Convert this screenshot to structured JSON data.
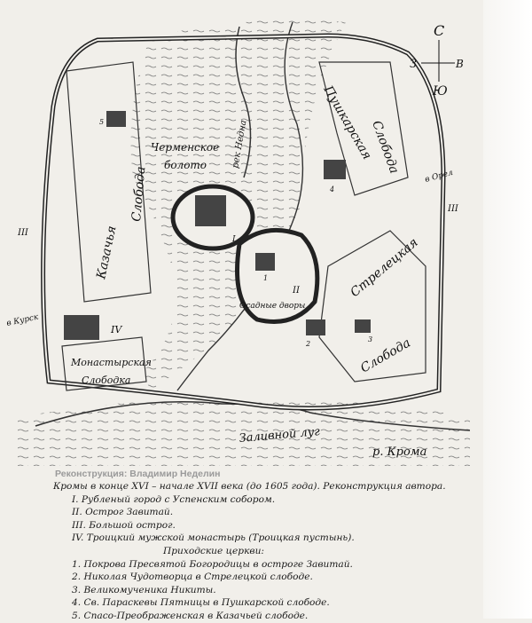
{
  "compass": {
    "north": "С",
    "south": "Ю",
    "west": "З",
    "east": "В"
  },
  "map_labels": {
    "swamp": "Черменское болото",
    "swamp_line1": "Черменское",
    "swamp_line2": "болото",
    "stream": "рек Недна",
    "pushkarskaya": "Пушкарская слобода",
    "pushkarskaya_1": "Пушкарская",
    "pushkarskaya_2": "Слобода",
    "kazachya_1": "Казачья",
    "kazachya_2": "Слобода",
    "streletskaya_1": "Стрелецкая",
    "streletskaya_2": "Слобода",
    "monastyrskaya_1": "Монастырская",
    "monastyrskaya_2": "Слободка",
    "osadnye": "Осадные дворы",
    "to_orel": "в Орел",
    "to_kursk": "в Курск",
    "meadow": "Заливной луг",
    "river": "р. Крома",
    "numerals": [
      "I",
      "II",
      "III",
      "IV"
    ],
    "churches": [
      "1",
      "2",
      "3",
      "4",
      "5"
    ]
  },
  "credit": "Реконструкция: Владимир Неделин",
  "caption": {
    "title": "Кромы в конце XVI – начале XVII века (до 1605 года). Реконструкция автора.",
    "parts": [
      "I. Рубленый город с Успенским собором.",
      "II. Острог Завитай.",
      "III. Большой острог.",
      "IV. Троицкий мужской монастырь (Троицкая пустынь)."
    ],
    "churches_heading": "Приходские церкви:",
    "churches": [
      "1. Покрова Пресвятой Богородицы в остроге Завитай.",
      "2. Николая Чудотворца в Стрелецкой слободе.",
      "3. Великомученика Никиты.",
      "4. Св. Параскевы Пятницы в Пушкарской слободе.",
      "5. Спасо-Преображенская в Казачьей слободе."
    ]
  }
}
